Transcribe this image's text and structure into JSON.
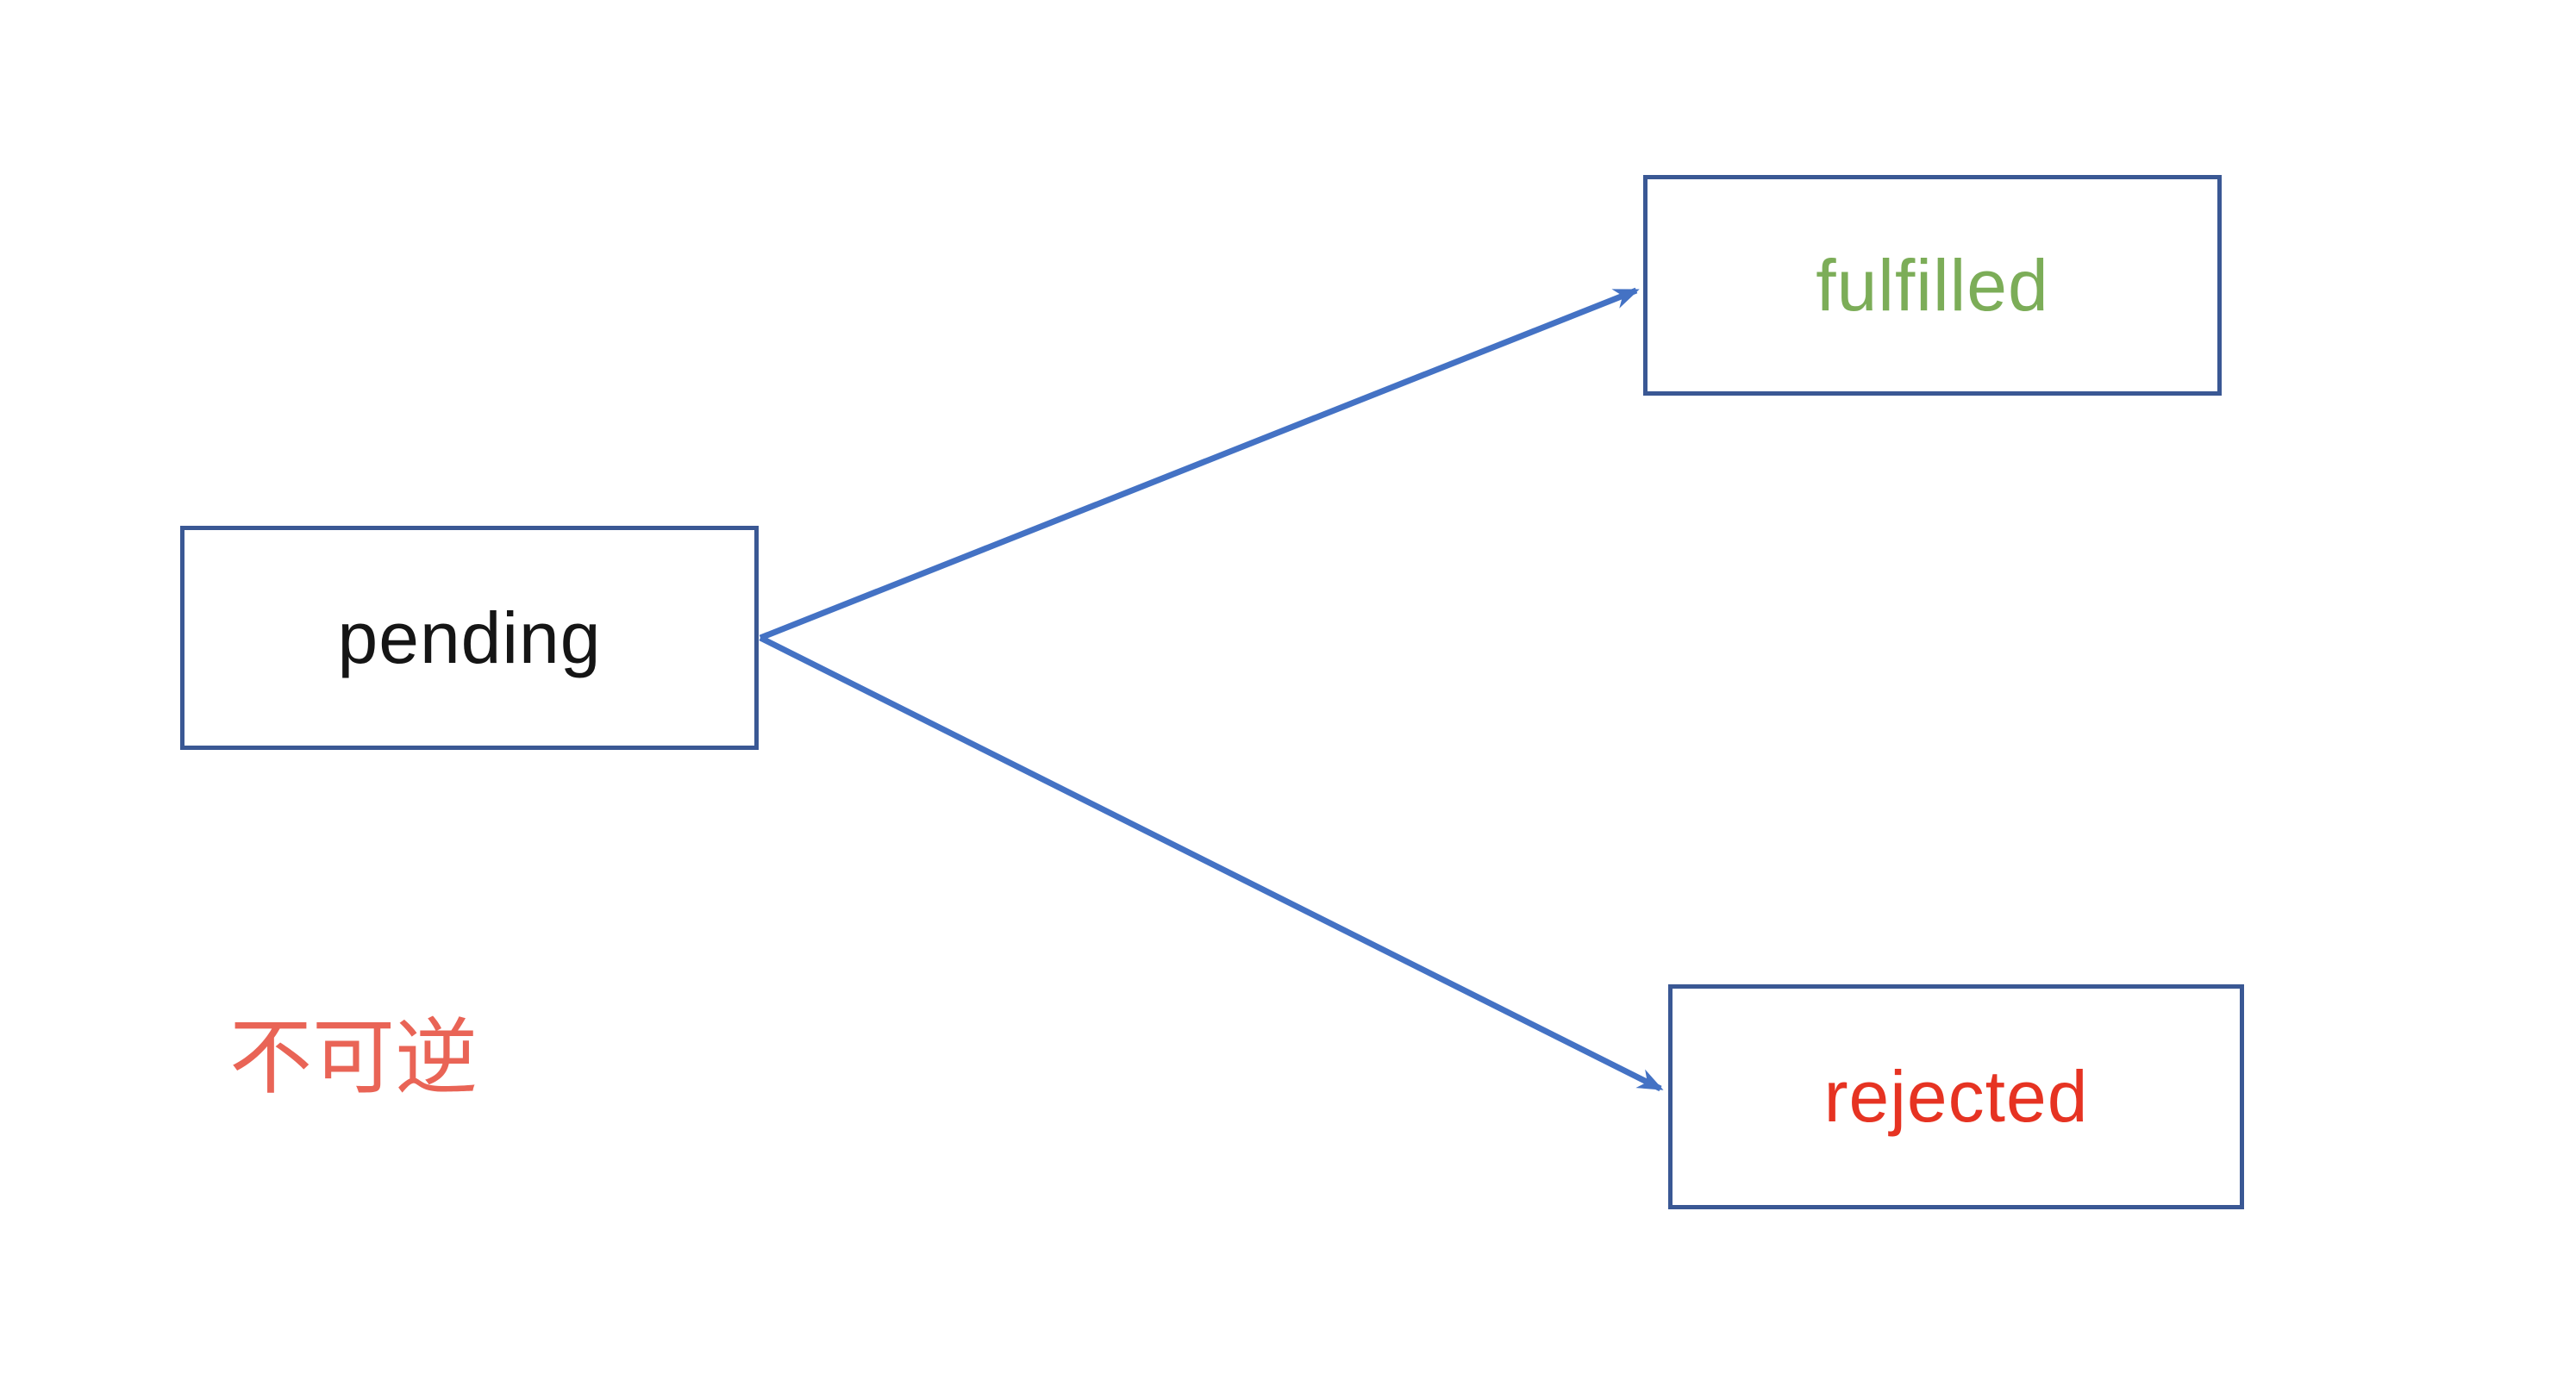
{
  "colors": {
    "background": "#FFFFFF",
    "box-border": "#3A5894",
    "arrow": "#4472C4",
    "pending-text": "#151515",
    "fulfilled-text": "#7CAD58",
    "rejected-text": "#E63322",
    "annotation": "#E96456"
  },
  "diagram": {
    "type": "state-diagram",
    "nodes": {
      "pending": {
        "label": "pending"
      },
      "fulfilled": {
        "label": "fulfilled"
      },
      "rejected": {
        "label": "rejected"
      }
    },
    "edges": [
      {
        "from": "pending",
        "to": "fulfilled"
      },
      {
        "from": "pending",
        "to": "rejected"
      }
    ],
    "annotation": {
      "text": "不可逆"
    }
  }
}
